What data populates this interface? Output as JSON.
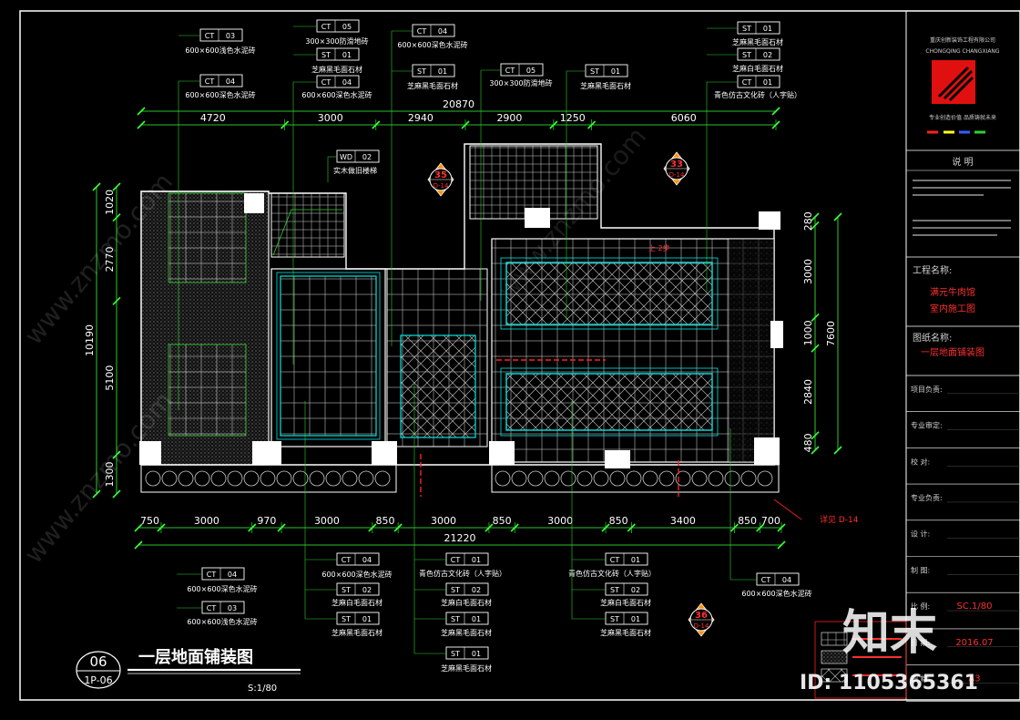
{
  "drawing": {
    "number": "06",
    "code": "1P-06",
    "title": "一层地面铺装图",
    "scale": "S:1/80"
  },
  "title_block": {
    "company_cn": "重庆创新装饰工程有限公司",
    "company_en": "CHONGQING CHANGXIANG",
    "slogan": "专业创造价值 品质铸就未来",
    "notes_header": "说 明",
    "project_label": "工程名称:",
    "project_name_1": "满元牛肉馆",
    "project_name_2": "室内施工图",
    "drawing_label": "图纸名称:",
    "drawing_name": "一层地面铺装图",
    "rows": [
      {
        "label": "项目负责:",
        "value": ""
      },
      {
        "label": "专业审定:",
        "value": ""
      },
      {
        "label": "校 对:",
        "value": ""
      },
      {
        "label": "专业负责:",
        "value": ""
      },
      {
        "label": "设 计:",
        "value": ""
      },
      {
        "label": "制 图:",
        "value": ""
      },
      {
        "label": "比 例:",
        "value": "SC.1/80"
      },
      {
        "label": "日 期:",
        "value": "2016.07"
      },
      {
        "label": "图 幅:",
        "value": "A3"
      }
    ]
  },
  "dimensions": {
    "top_total": "20870",
    "top": [
      "4720",
      "3000",
      "2940",
      "2900",
      "1250",
      "6060"
    ],
    "bottom_total": "21220",
    "bottom": [
      "750",
      "3000",
      "970",
      "3000",
      "850",
      "3000",
      "850",
      "3000",
      "850",
      "3400",
      "850",
      "700"
    ],
    "left_total": "10190",
    "left": [
      "1020",
      "2770",
      "5100",
      "1300"
    ],
    "right_total": "7600",
    "right": [
      "280",
      "3000",
      "1000",
      "2840",
      "480"
    ]
  },
  "tags_top": [
    {
      "code": "CT",
      "num": "03",
      "desc": "600×600浅色水泥砖"
    },
    {
      "code": "CT",
      "num": "04",
      "desc": "600×600深色水泥砖"
    },
    {
      "code": "CT",
      "num": "05",
      "desc": "300×300防滑地砖"
    },
    {
      "code": "ST",
      "num": "01",
      "desc": "芝麻黑毛面石材"
    },
    {
      "code": "CT",
      "num": "04",
      "desc": "600×600深色水泥砖"
    },
    {
      "code": "CT",
      "num": "04",
      "desc": "600×600深色水泥砖"
    },
    {
      "code": "ST",
      "num": "01",
      "desc": "芝麻黑毛面石材"
    },
    {
      "code": "CT",
      "num": "05",
      "desc": "300×300防滑地砖"
    },
    {
      "code": "ST",
      "num": "01",
      "desc": "芝麻黑毛面石材"
    },
    {
      "code": "ST",
      "num": "01",
      "desc": "芝麻黑毛面石材"
    },
    {
      "code": "ST",
      "num": "02",
      "desc": "芝麻白毛面石材"
    },
    {
      "code": "CT",
      "num": "01",
      "desc": "青色仿古文化砖（人字贴）"
    },
    {
      "code": "WD",
      "num": "02",
      "desc": "实木做旧楼梯"
    }
  ],
  "tags_bottom": [
    {
      "code": "CT",
      "num": "04",
      "desc": "600×600深色水泥砖"
    },
    {
      "code": "CT",
      "num": "03",
      "desc": "600×600浅色水泥砖"
    },
    {
      "code": "CT",
      "num": "04",
      "desc": "600×600深色水泥砖"
    },
    {
      "code": "ST",
      "num": "02",
      "desc": "芝麻白毛面石材"
    },
    {
      "code": "ST",
      "num": "01",
      "desc": "芝麻黑毛面石材"
    },
    {
      "code": "CT",
      "num": "01",
      "desc": "青色仿古文化砖（人字贴）"
    },
    {
      "code": "ST",
      "num": "02",
      "desc": "芝麻白毛面石材"
    },
    {
      "code": "ST",
      "num": "01",
      "desc": "芝麻黑毛面石材"
    },
    {
      "code": "ST",
      "num": "01",
      "desc": "芝麻黑毛面石材"
    },
    {
      "code": "CT",
      "num": "01",
      "desc": "青色仿古文化砖（人字贴）"
    },
    {
      "code": "ST",
      "num": "02",
      "desc": "芝麻白毛面石材"
    },
    {
      "code": "ST",
      "num": "01",
      "desc": "芝麻黑毛面石材"
    },
    {
      "code": "CT",
      "num": "04",
      "desc": "600×600深色水泥砖"
    }
  ],
  "section_marks": [
    {
      "num": "35",
      "ref": "D-14"
    },
    {
      "num": "33",
      "ref": "D-14"
    },
    {
      "num": "36",
      "ref": "D-14"
    }
  ],
  "callout_see": "详见 D-14",
  "level_note": "上 2步",
  "watermark": {
    "brand": "知末",
    "id": "ID: 1105365361",
    "site": "www.znzmo.com"
  },
  "colors": {
    "background": "#000000",
    "frame": "#ffffff",
    "tag_box": "#ffffff",
    "dim": "#39ff39",
    "wall": "#ffffff",
    "tile": "#cfcfcf",
    "accent": "#00e5e5",
    "red": "#ff2020",
    "green": "#30d030"
  }
}
